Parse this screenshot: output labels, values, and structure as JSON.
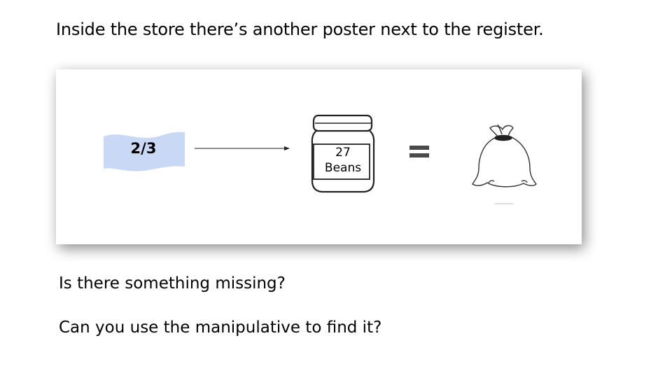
{
  "heading": "Inside the store there’s another poster next to the register.",
  "poster": {
    "fraction": "2/3",
    "jar_count": "27",
    "jar_unit": "Beans",
    "equals_symbol": "=",
    "arrow_icon": "arrow-right-icon",
    "jar_icon": "jar-icon",
    "bag_icon": "sack-icon",
    "fraction_fill_color": "#c9d9f5"
  },
  "questions": {
    "q1": "Is there something missing?",
    "q2": "Can you use the manipulative to find it?"
  }
}
